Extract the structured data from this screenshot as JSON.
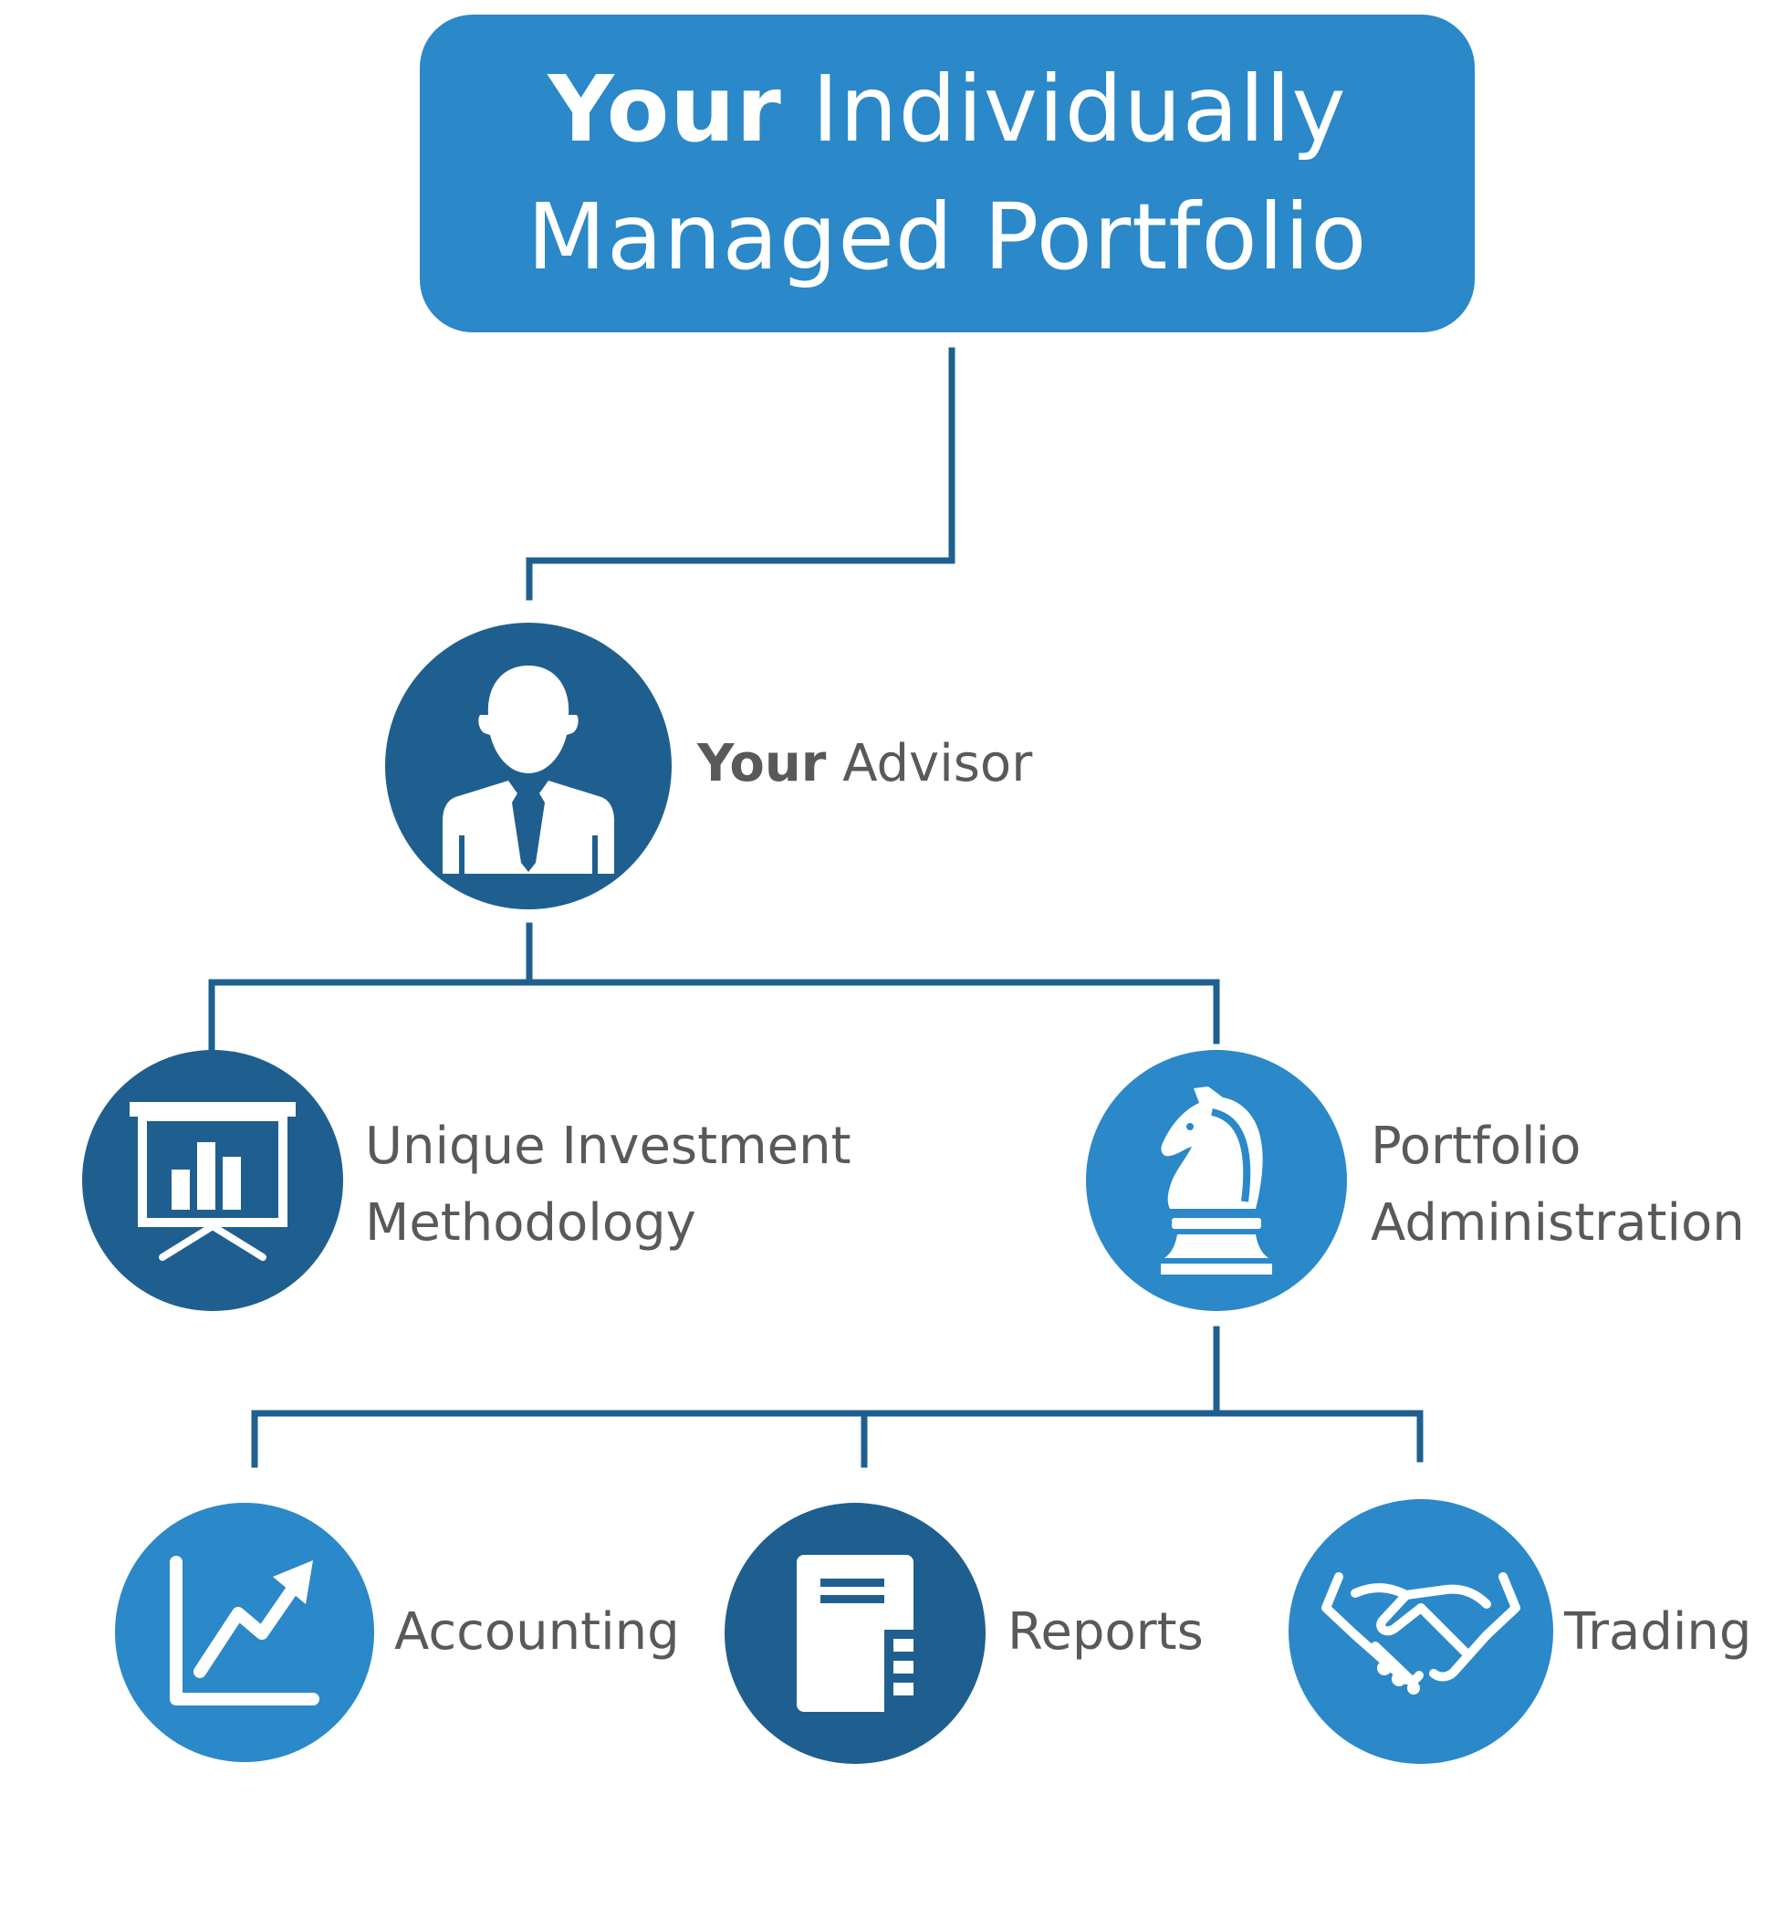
{
  "title": {
    "bold": "Your",
    "rest": "Individually",
    "line2": "Managed Portfolio"
  },
  "colors": {
    "dark_blue": "#1f5f8f",
    "light_blue": "#2b88c9",
    "connector": "#1f5f8f",
    "label_text": "#58595b"
  },
  "nodes": {
    "advisor": {
      "label_bold": "Your",
      "label_rest": "Advisor",
      "icon": "businessman-icon"
    },
    "methodology": {
      "line1": "Unique Investment",
      "line2": "Methodology",
      "icon": "presentation-chart-icon"
    },
    "administration": {
      "line1": "Portfolio",
      "line2": "Administration",
      "icon": "chess-knight-icon"
    },
    "accounting": {
      "label": "Accounting",
      "icon": "growth-chart-icon"
    },
    "reports": {
      "label": "Reports",
      "icon": "notebook-icon"
    },
    "trading": {
      "label": "Trading",
      "icon": "handshake-icon"
    }
  }
}
